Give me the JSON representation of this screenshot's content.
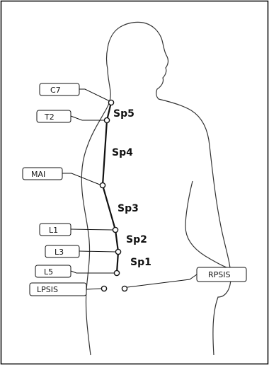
{
  "figure": {
    "landmarks": [
      {
        "key": "c7",
        "label": "C7"
      },
      {
        "key": "t2",
        "label": "T2"
      },
      {
        "key": "mai",
        "label": "MAI"
      },
      {
        "key": "l1",
        "label": "L1"
      },
      {
        "key": "l3",
        "label": "L3"
      },
      {
        "key": "l5",
        "label": "L5"
      },
      {
        "key": "lpsis",
        "label": "LPSIS"
      },
      {
        "key": "rpsis",
        "label": "RPSIS"
      }
    ],
    "segments": [
      {
        "key": "sp5",
        "label": "Sp5"
      },
      {
        "key": "sp4",
        "label": "Sp4"
      },
      {
        "key": "sp3",
        "label": "Sp3"
      },
      {
        "key": "sp2",
        "label": "Sp2"
      },
      {
        "key": "sp1",
        "label": "Sp1"
      }
    ],
    "colors": {
      "line": "#111111",
      "background": "#ffffff",
      "border": "#000000"
    }
  }
}
